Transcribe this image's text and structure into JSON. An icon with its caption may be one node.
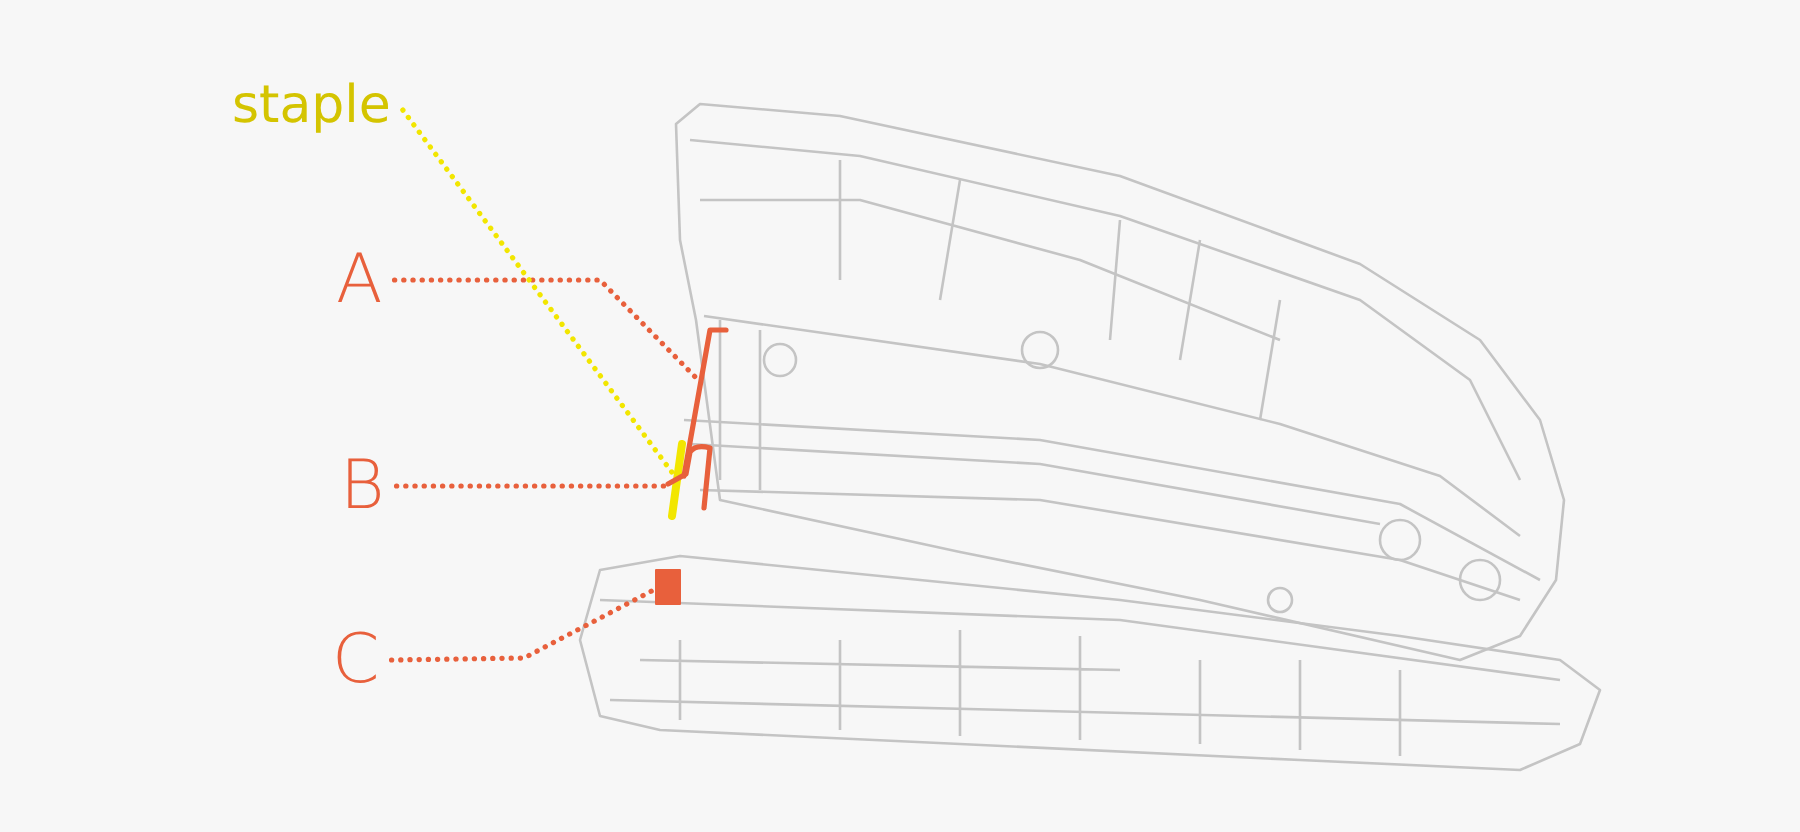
{
  "diagram": {
    "nodes": [
      {
        "text": [
          "staple"
        ]
      },
      {
        "text": [
          "A"
        ]
      },
      {
        "text": [
          "B"
        ]
      },
      {
        "text": [
          "C"
        ]
      },
      {
        "text": [],
        "shape": "bar"
      },
      {
        "text": [],
        "shape": "bar"
      },
      {
        "text": [],
        "shape": "bar"
      },
      {
        "text": [],
        "shape": "bar"
      }
    ],
    "edges": [
      {
        "from": 0,
        "to": 4,
        "arrow": "none",
        "style": "dashed",
        "color": "#f2e600"
      },
      {
        "from": 1,
        "to": 5,
        "arrow": "none",
        "style": "dashed"
      },
      {
        "from": 2,
        "to": 6,
        "arrow": "none",
        "style": "dashed"
      },
      {
        "from": 3,
        "to": 7,
        "arrow": "none",
        "style": "dashed"
      }
    ]
  }
}
